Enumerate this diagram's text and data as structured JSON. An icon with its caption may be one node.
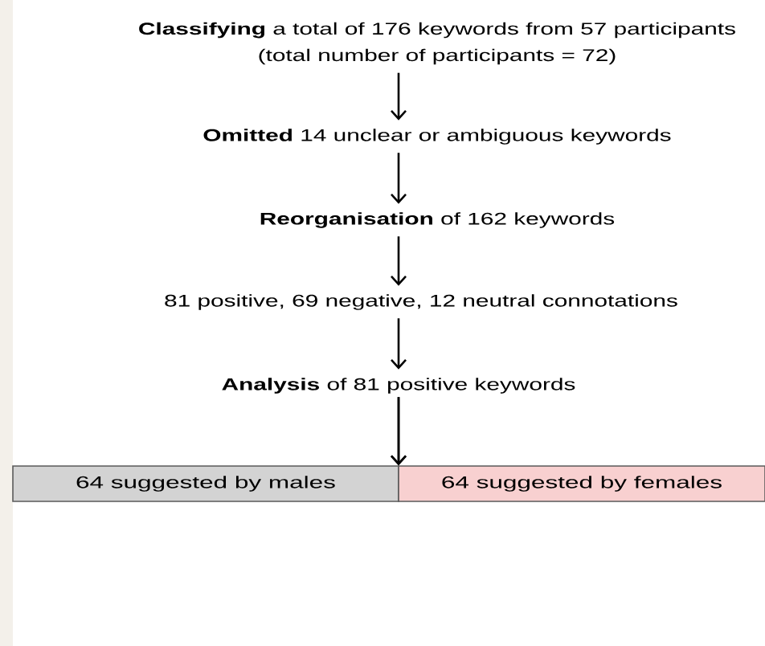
{
  "diagram": {
    "nodes": [
      {
        "text": [
          "**Classifying** a total of 176 keywords from 57 participants",
          "(total number of participants = 72)"
        ]
      },
      {
        "text": [
          "**Omitted** 14 unclear or ambiguous keywords"
        ]
      },
      {
        "text": [
          "**Reorganisation** of 162 keywords"
        ]
      },
      {
        "text": [
          "81 positive, 69 negative, 12 neutral connotations"
        ]
      },
      {
        "text": [
          "**Analysis** of 81 positive keywords"
        ]
      },
      {
        "text": [
          "64 suggested by males"
        ]
      },
      {
        "text": [
          "64 suggested by females"
        ]
      }
    ],
    "edges": [
      {
        "from": 0,
        "to": 1,
        "arrow": "to"
      },
      {
        "from": 1,
        "to": 2,
        "arrow": "to"
      },
      {
        "from": 2,
        "to": 3,
        "arrow": "to"
      },
      {
        "from": 3,
        "to": 4,
        "arrow": "to"
      },
      {
        "from": 4,
        "to": 5,
        "arrow": "to"
      },
      {
        "from": 4,
        "to": 6,
        "arrow": "to"
      }
    ]
  }
}
